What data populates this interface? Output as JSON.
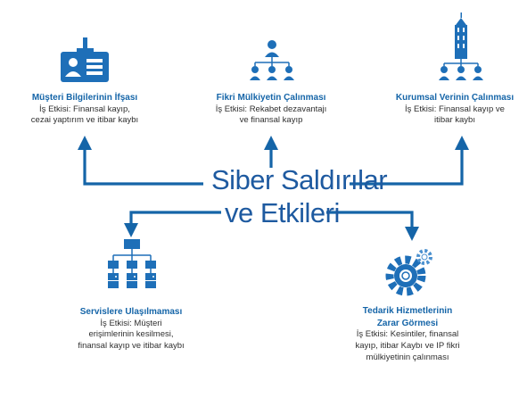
{
  "center": {
    "line1": "Siber Saldırılar",
    "line2": "ve Etkileri"
  },
  "items": [
    {
      "title": "Müşteri Bilgilerinin İfşası",
      "desc_line1": "İş Etkisi: Finansal kayıp,",
      "desc_line2": "cezai yaptırım ve itibar kaybı",
      "desc_line3": "",
      "icon": "id-badge-icon"
    },
    {
      "title": "Fikri Mülkiyetin Çalınması",
      "desc_line1": "İş Etkisi: Rekabet dezavantajı",
      "desc_line2": "ve finansal kayıp",
      "desc_line3": "",
      "icon": "org-chart-people-icon"
    },
    {
      "title": "Kurumsal Verinin Çalınması",
      "desc_line1": "İş Etkisi: Finansal kayıp ve",
      "desc_line2": "itibar kaybı",
      "desc_line3": "",
      "icon": "tower-org-icon"
    },
    {
      "title": "Servislere Ulaşılmaması",
      "desc_line1": "İş Etkisi: Müşteri",
      "desc_line2": "erişimlerinin kesilmesi,",
      "desc_line3": "finansal kayıp ve itibar kaybı",
      "icon": "server-network-icon"
    },
    {
      "title_line1": "Tedarik Hizmetlerinin",
      "title_line2": "Zarar Görmesi",
      "desc_line1": "İş Etkisi: Kesintiler, finansal",
      "desc_line2": "kayıp, itibar Kaybı ve IP fikri",
      "desc_line3": "mülkiyetinin çalınması",
      "icon": "gears-icon"
    }
  ],
  "colors": {
    "primary": "#1565a8",
    "icon": "#1e6fb8",
    "text": "#2f2f2f"
  }
}
